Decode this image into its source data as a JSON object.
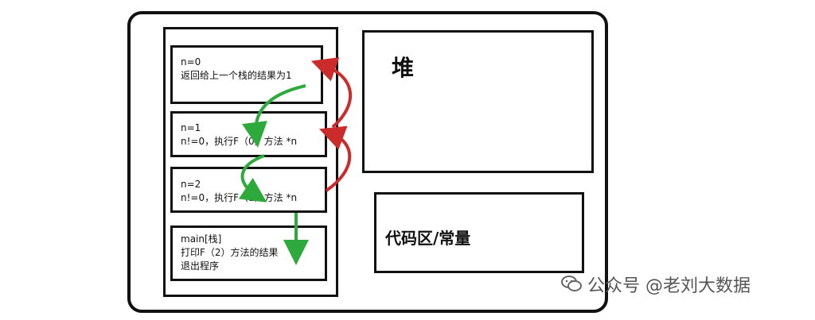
{
  "diagram": {
    "frames": [
      {
        "id": "f0",
        "lines": [
          "n=0",
          "返回给上一个栈的结果为1"
        ]
      },
      {
        "id": "f1",
        "lines": [
          "n=1",
          "n!=0，执行F（0）方法 *n"
        ]
      },
      {
        "id": "f2",
        "lines": [
          "n=2",
          "n!=0，执行F（1）方法 *n"
        ]
      },
      {
        "id": "fm",
        "lines": [
          "main[栈]",
          "打印F（2）方法的结果",
          "退出程序"
        ]
      }
    ],
    "heap_label": "堆",
    "code_label": "代码区/常量",
    "colors": {
      "call_arrow": "#2eaa3c",
      "return_arrow": "#cc2b2b",
      "border": "#111111"
    }
  },
  "watermark": {
    "text": "公众号 @老刘大数据",
    "icon": "wechat-icon"
  }
}
